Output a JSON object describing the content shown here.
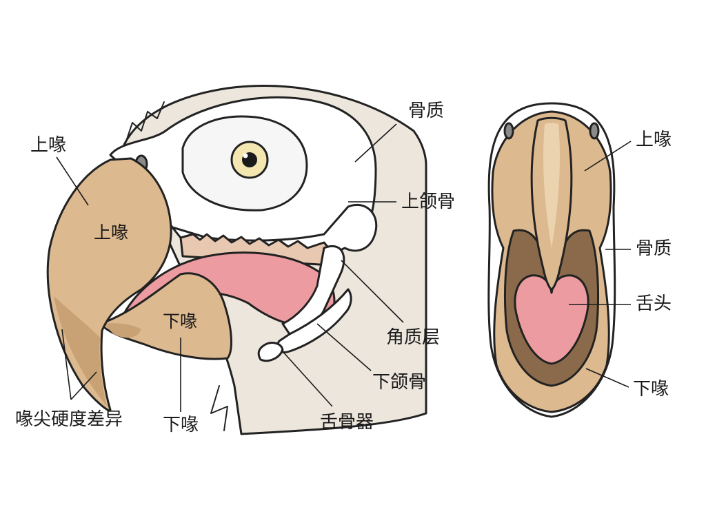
{
  "side_view": {
    "labels": {
      "upper_beak_outer": "上喙",
      "upper_beak_inner": "上喙",
      "bone": "骨质",
      "maxilla": "上颌骨",
      "keratin_layer": "角质层",
      "lower_beak_inner": "下喙",
      "lower_beak_outer": "下喙",
      "mandible": "下颌骨",
      "hyoid": "舌骨器",
      "tip_hardness": "喙尖硬度差异"
    }
  },
  "front_view": {
    "labels": {
      "upper_beak": "上喙",
      "bone": "骨质",
      "tongue": "舌头",
      "lower_beak": "下喙"
    }
  },
  "colors": {
    "beak": "#dcb98f",
    "beak_dark": "#b58c5f",
    "bone": "#ffffff",
    "tongue": "#ec9ca0",
    "head_bg": "#ece6dc",
    "outline": "#222222"
  }
}
